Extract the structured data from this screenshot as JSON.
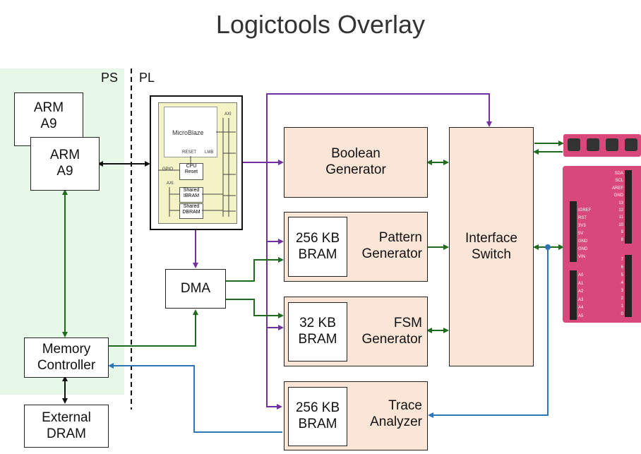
{
  "title": "Logictools Overlay",
  "regions": {
    "ps": "PS",
    "pl": "PL"
  },
  "blocks": {
    "arm_back": "ARM A9",
    "arm_front": "ARM A9",
    "memory_controller": "Memory Controller",
    "external_dram": "External DRAM",
    "dma": "DMA",
    "boolean_generator": "Boolean Generator",
    "pattern_generator": "Pattern Generator",
    "pattern_bram": "256 KB BRAM",
    "fsm_generator": "FSM Generator",
    "fsm_bram": "32 KB BRAM",
    "trace_analyzer": "Trace Analyzer",
    "trace_bram": "256 KB BRAM",
    "interface_switch": "Interface Switch"
  },
  "microblaze": {
    "name": "MicroBlaze",
    "reset": "RESET",
    "lmb": "LMB",
    "axi_top": "AXI",
    "gpio": "GPIO",
    "cpu_reset": "CPU Reset",
    "axi_left": "AXI",
    "ibram": "Shared IBRAM",
    "dbram": "Shared DBRAM"
  },
  "header_pins": {
    "right_top": [
      "SDA",
      "SCL",
      "AREF",
      "GND",
      "13",
      "12",
      "11",
      "10",
      "9",
      "8"
    ],
    "left_mid": [
      "IOREF",
      "RST",
      "3V3",
      "5V",
      "GND",
      "GND",
      "VIN"
    ],
    "right_mid": [
      "7",
      "6",
      "5",
      "4",
      "3",
      "2",
      "1",
      "0"
    ],
    "left_low": [
      "A0",
      "A1",
      "A2",
      "A3",
      "A4",
      "A5"
    ]
  },
  "colors": {
    "purple": "#7030a0",
    "green": "#1e6b1e",
    "blue": "#2e75b6",
    "ps_bg": "#e8f8e8",
    "peach": "#fbe5d6",
    "board": "#d9487a",
    "mb_bg": "#f3f3c6"
  }
}
